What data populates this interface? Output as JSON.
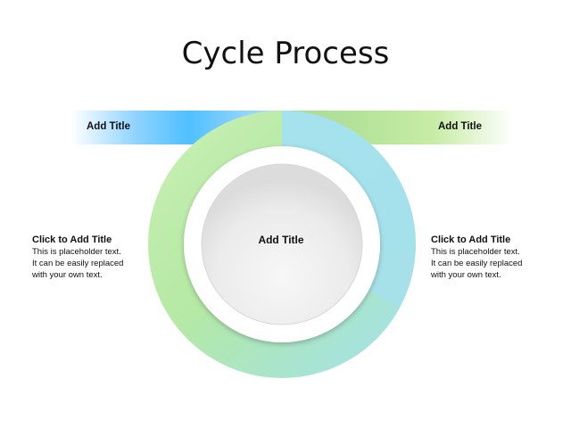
{
  "slide": {
    "title": "Cycle Process"
  },
  "top_banners": {
    "left_label": "Add Title",
    "right_label": "Add Title"
  },
  "center": {
    "title": "Add Title"
  },
  "left_text": {
    "heading": "Click to Add Title",
    "line1": "This is placeholder text.",
    "line2": "It can be easily replaced",
    "line3": "with your own text."
  },
  "right_text": {
    "heading": "Click to Add Title",
    "line1": "This is placeholder text.",
    "line2": "It can be easily replaced",
    "line3": "with your own text."
  },
  "colors": {
    "ring_blue": "#a3e1f2",
    "ring_green": "#b9eaa3",
    "banner_blue": "#4fc0ff",
    "banner_green": "#b6e39a",
    "center_fill": "#e6e6e6"
  }
}
